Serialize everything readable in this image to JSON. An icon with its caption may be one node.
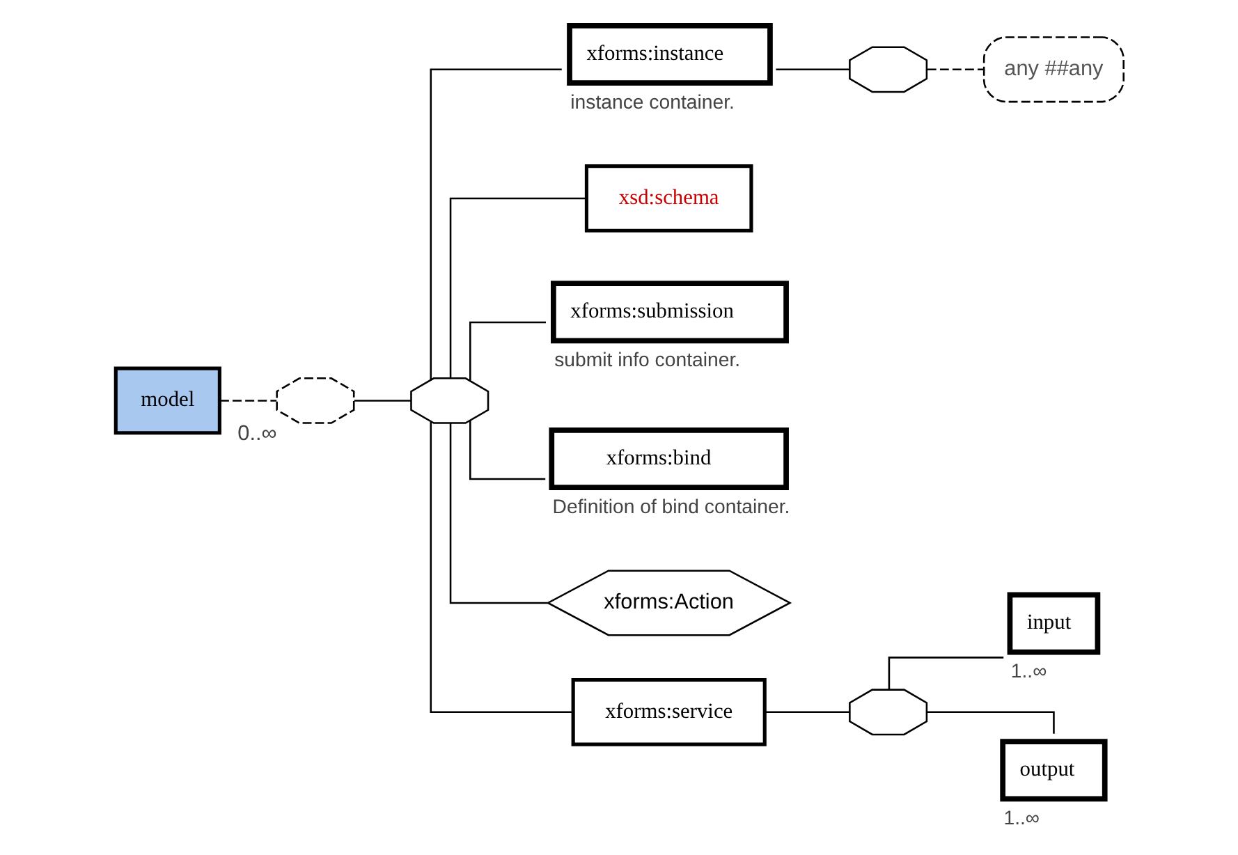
{
  "diagram": {
    "nodes": [
      {
        "text": [
          "model"
        ]
      },
      {
        "text": [],
        "shape": "octagon",
        "beside": [
          "0..∞"
        ]
      },
      {
        "text": [],
        "shape": "octagon"
      },
      {
        "text": [
          "xforms:instance"
        ],
        "beside": [
          "instance container."
        ]
      },
      {
        "text": [],
        "shape": "octagon"
      },
      {
        "text": [
          "any ##any"
        ]
      },
      {
        "text": [
          "xsd:schema"
        ]
      },
      {
        "text": [
          "xforms:submission"
        ],
        "beside": [
          "submit info container."
        ]
      },
      {
        "text": [
          "xforms:bind"
        ],
        "beside": [
          "Definition of bind container."
        ]
      },
      {
        "text": [
          "xforms:Action"
        ]
      },
      {
        "text": [
          "xforms:service"
        ]
      },
      {
        "text": [],
        "shape": "octagon"
      },
      {
        "text": [
          "input"
        ],
        "beside": [
          "1..∞"
        ]
      },
      {
        "text": [
          "output"
        ],
        "beside": [
          "1..∞"
        ]
      }
    ],
    "edges": [
      {
        "from": 0,
        "to": 1,
        "arrow": "none",
        "style": "dashed"
      },
      {
        "from": 1,
        "to": 2,
        "arrow": "none"
      },
      {
        "from": 2,
        "to": 3,
        "arrow": "none"
      },
      {
        "from": 3,
        "to": 4,
        "arrow": "none"
      },
      {
        "from": 4,
        "to": 5,
        "arrow": "none",
        "style": "dashed"
      },
      {
        "from": 2,
        "to": 6,
        "arrow": "none"
      },
      {
        "from": 2,
        "to": 7,
        "arrow": "none"
      },
      {
        "from": 2,
        "to": 8,
        "arrow": "none"
      },
      {
        "from": 2,
        "to": 9,
        "arrow": "none"
      },
      {
        "from": 2,
        "to": 10,
        "arrow": "none"
      },
      {
        "from": 10,
        "to": 11,
        "arrow": "none"
      },
      {
        "from": 11,
        "to": 12,
        "arrow": "none"
      },
      {
        "from": 11,
        "to": 13,
        "arrow": "none"
      }
    ]
  }
}
